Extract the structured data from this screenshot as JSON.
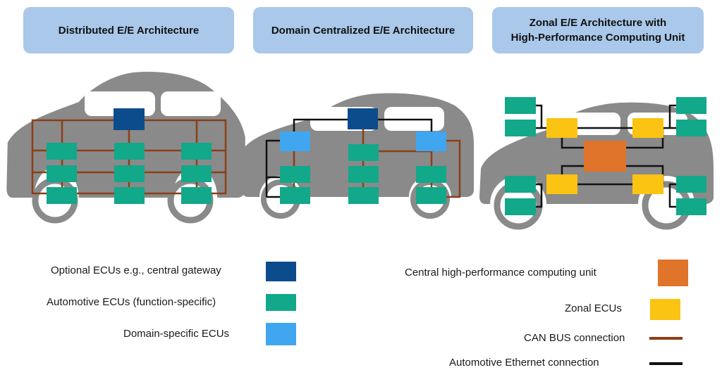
{
  "titles": {
    "distributed": "Distributed E/E Architecture",
    "domain": "Domain Centralized E/E Architecture",
    "zonal_line1": "Zonal E/E Architecture with",
    "zonal_line2": "High-Performance Computing Unit"
  },
  "legend": {
    "optional_ecus": "Optional ECUs e.g., central gateway",
    "automotive_ecus": "Automotive ECUs (function-specific)",
    "domain_ecus": "Domain-specific ECUs",
    "central_hpc": "Central high-performance computing unit",
    "zonal_ecus": "Zonal ECUs",
    "can_bus": "CAN BUS connection",
    "ethernet": "Automotive Ethernet connection"
  },
  "colors": {
    "car_body": "#8a8a8a",
    "optional_ecu": "#0d4c8c",
    "automotive_ecu": "#12a88a",
    "domain_ecu": "#41a6f0",
    "central_hpc": "#e0742a",
    "zonal_ecu": "#fbc312",
    "can_bus": "#8b3f16",
    "ethernet": "#111111",
    "title_bg": "#a9c8ea"
  }
}
